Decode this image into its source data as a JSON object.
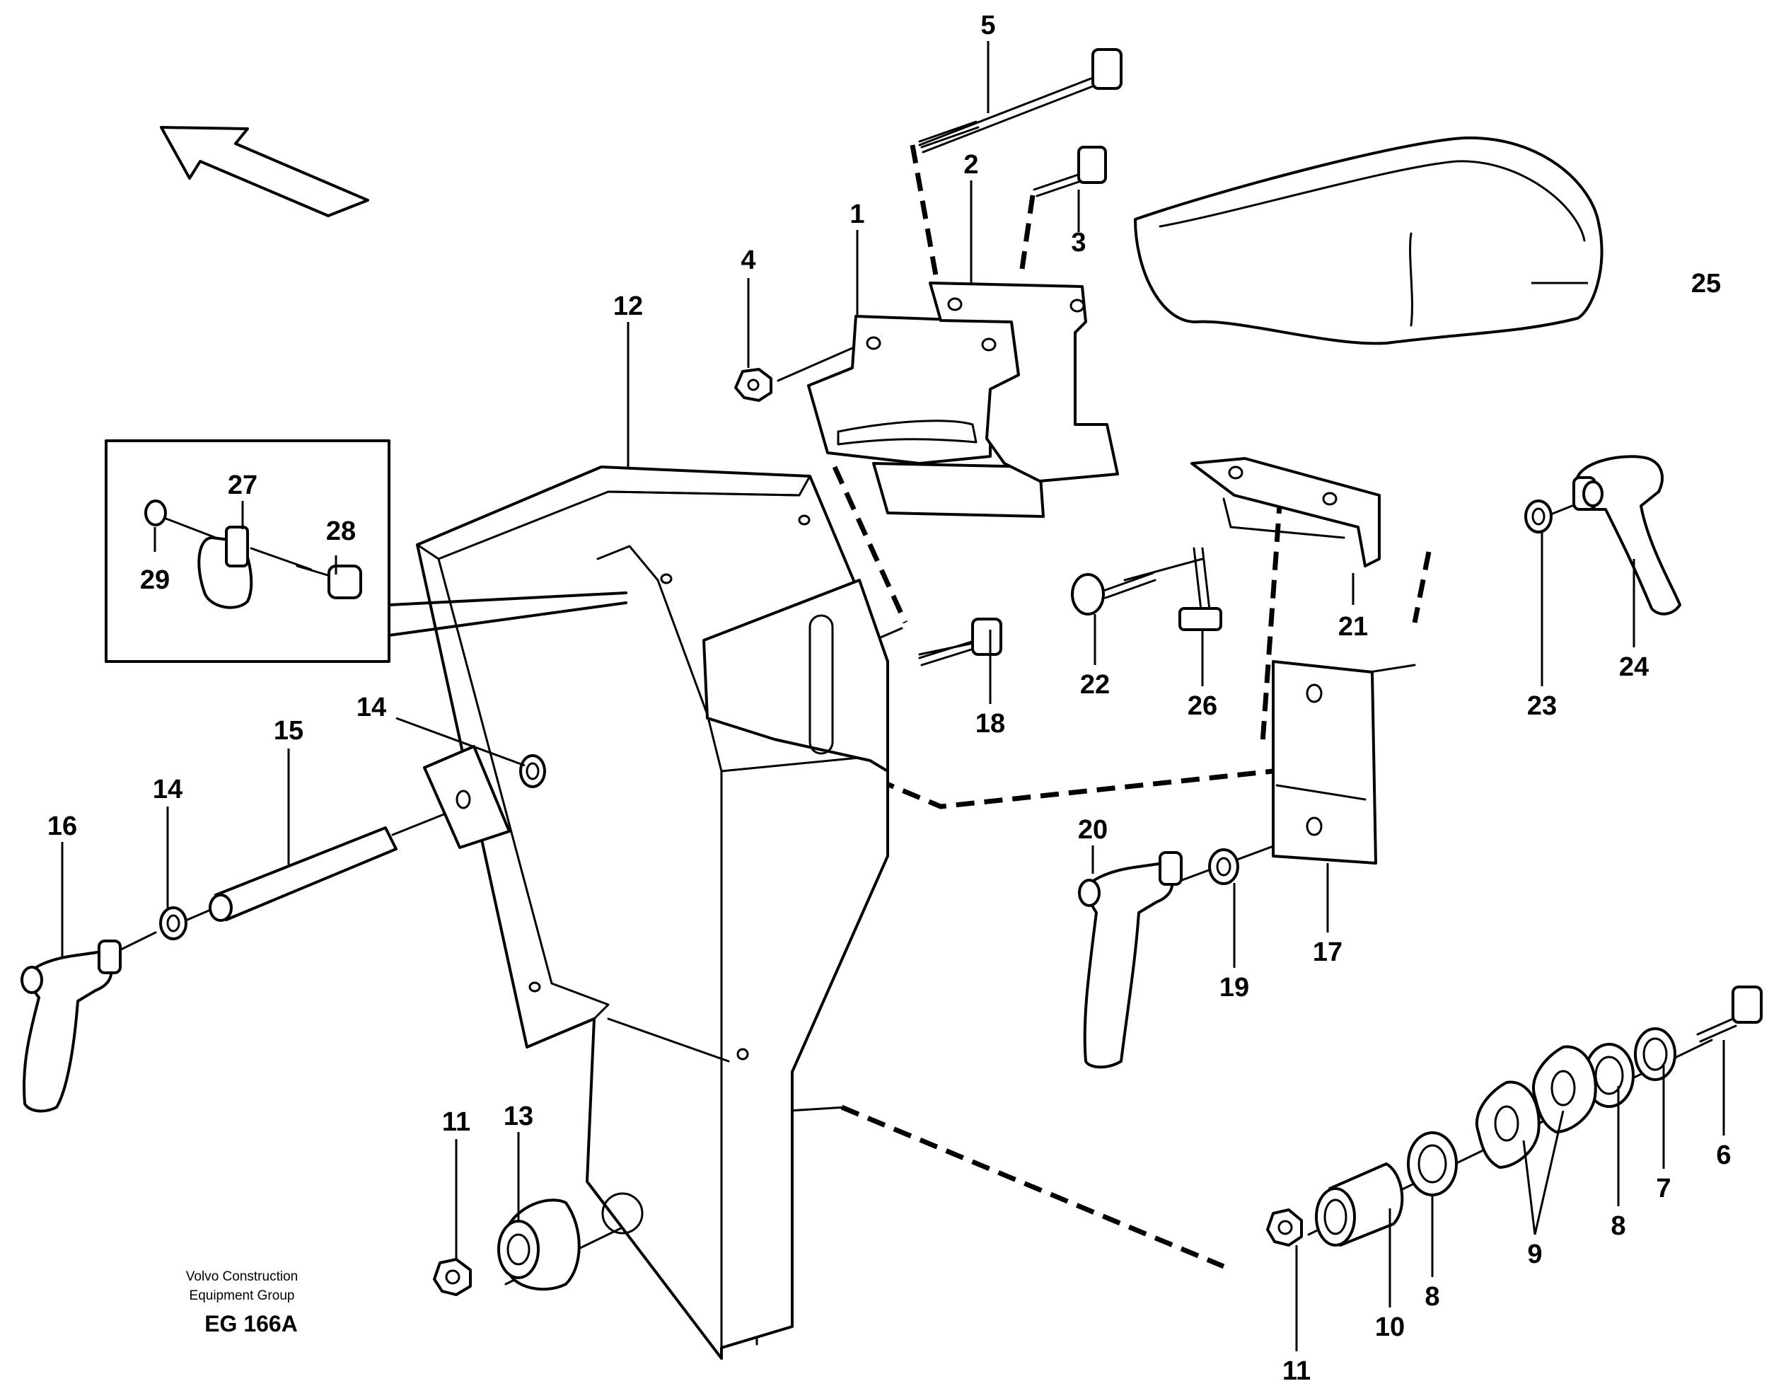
{
  "diagram": {
    "callouts": [
      "1",
      "2",
      "3",
      "4",
      "5",
      "6",
      "7",
      "8",
      "8",
      "9",
      "10",
      "11",
      "11",
      "12",
      "13",
      "14",
      "14",
      "15",
      "16",
      "17",
      "18",
      "19",
      "20",
      "21",
      "22",
      "23",
      "24",
      "25",
      "26",
      "27",
      "28",
      "29"
    ],
    "credit_line1": "Volvo Construction",
    "credit_line2": "Equipment Group",
    "drawing_code": "EG 166A",
    "icons": [
      "direction-arrow-icon"
    ]
  }
}
